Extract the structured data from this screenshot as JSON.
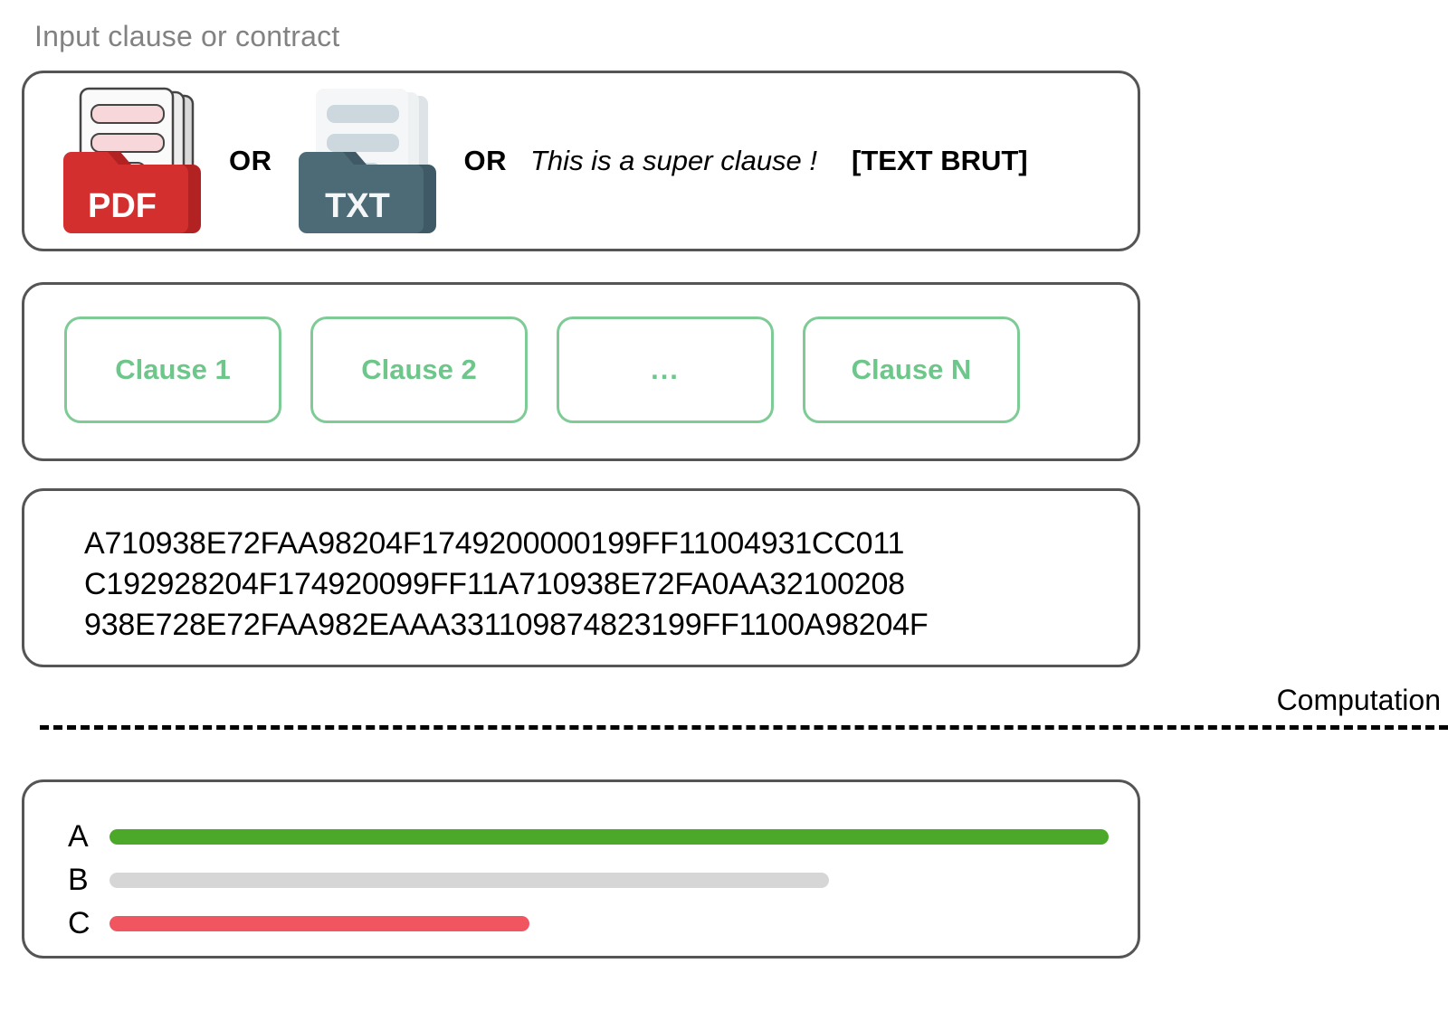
{
  "section": {
    "title": "Input clause or contract"
  },
  "input_panel": {
    "pdf_icon": {
      "name": "pdf-file-icon",
      "label": "PDF",
      "folder_color": "#D32F2F",
      "line_color": "#F8D7DA"
    },
    "txt_icon": {
      "name": "txt-file-icon",
      "label": "TXT",
      "folder_color": "#4D6B77",
      "line_color": "#CDD8DE"
    },
    "or_label_1": "OR",
    "or_label_2": "OR",
    "sample_clause": "This is a super clause !",
    "brut_label": "[TEXT BRUT]"
  },
  "clause_panel": {
    "clauses": [
      {
        "label": "Clause 1"
      },
      {
        "label": "Clause 2"
      },
      {
        "label": "..."
      },
      {
        "label": "Clause N"
      }
    ],
    "border_color": "#7ECB95",
    "text_color": "#6DC68A"
  },
  "hash_panel": {
    "lines": [
      "A710938E72FAA98204F1749200000199FF11004931CC011",
      "C192928204F174920099FF11A710938E72FA0AA32100208",
      "938E728E72FAA982EAAA331109874823199FF1100A98204F"
    ]
  },
  "divider": {
    "label": "Computation"
  },
  "chart_data": {
    "type": "bar",
    "orientation": "horizontal",
    "categories": [
      "A",
      "B",
      "C"
    ],
    "values": [
      100,
      72,
      42
    ],
    "colors": [
      "#4CA828",
      "#D6D6D6",
      "#F05560"
    ],
    "title": "",
    "xlabel": "",
    "ylabel": "",
    "xlim": [
      0,
      100
    ],
    "grid": false,
    "legend": false
  }
}
